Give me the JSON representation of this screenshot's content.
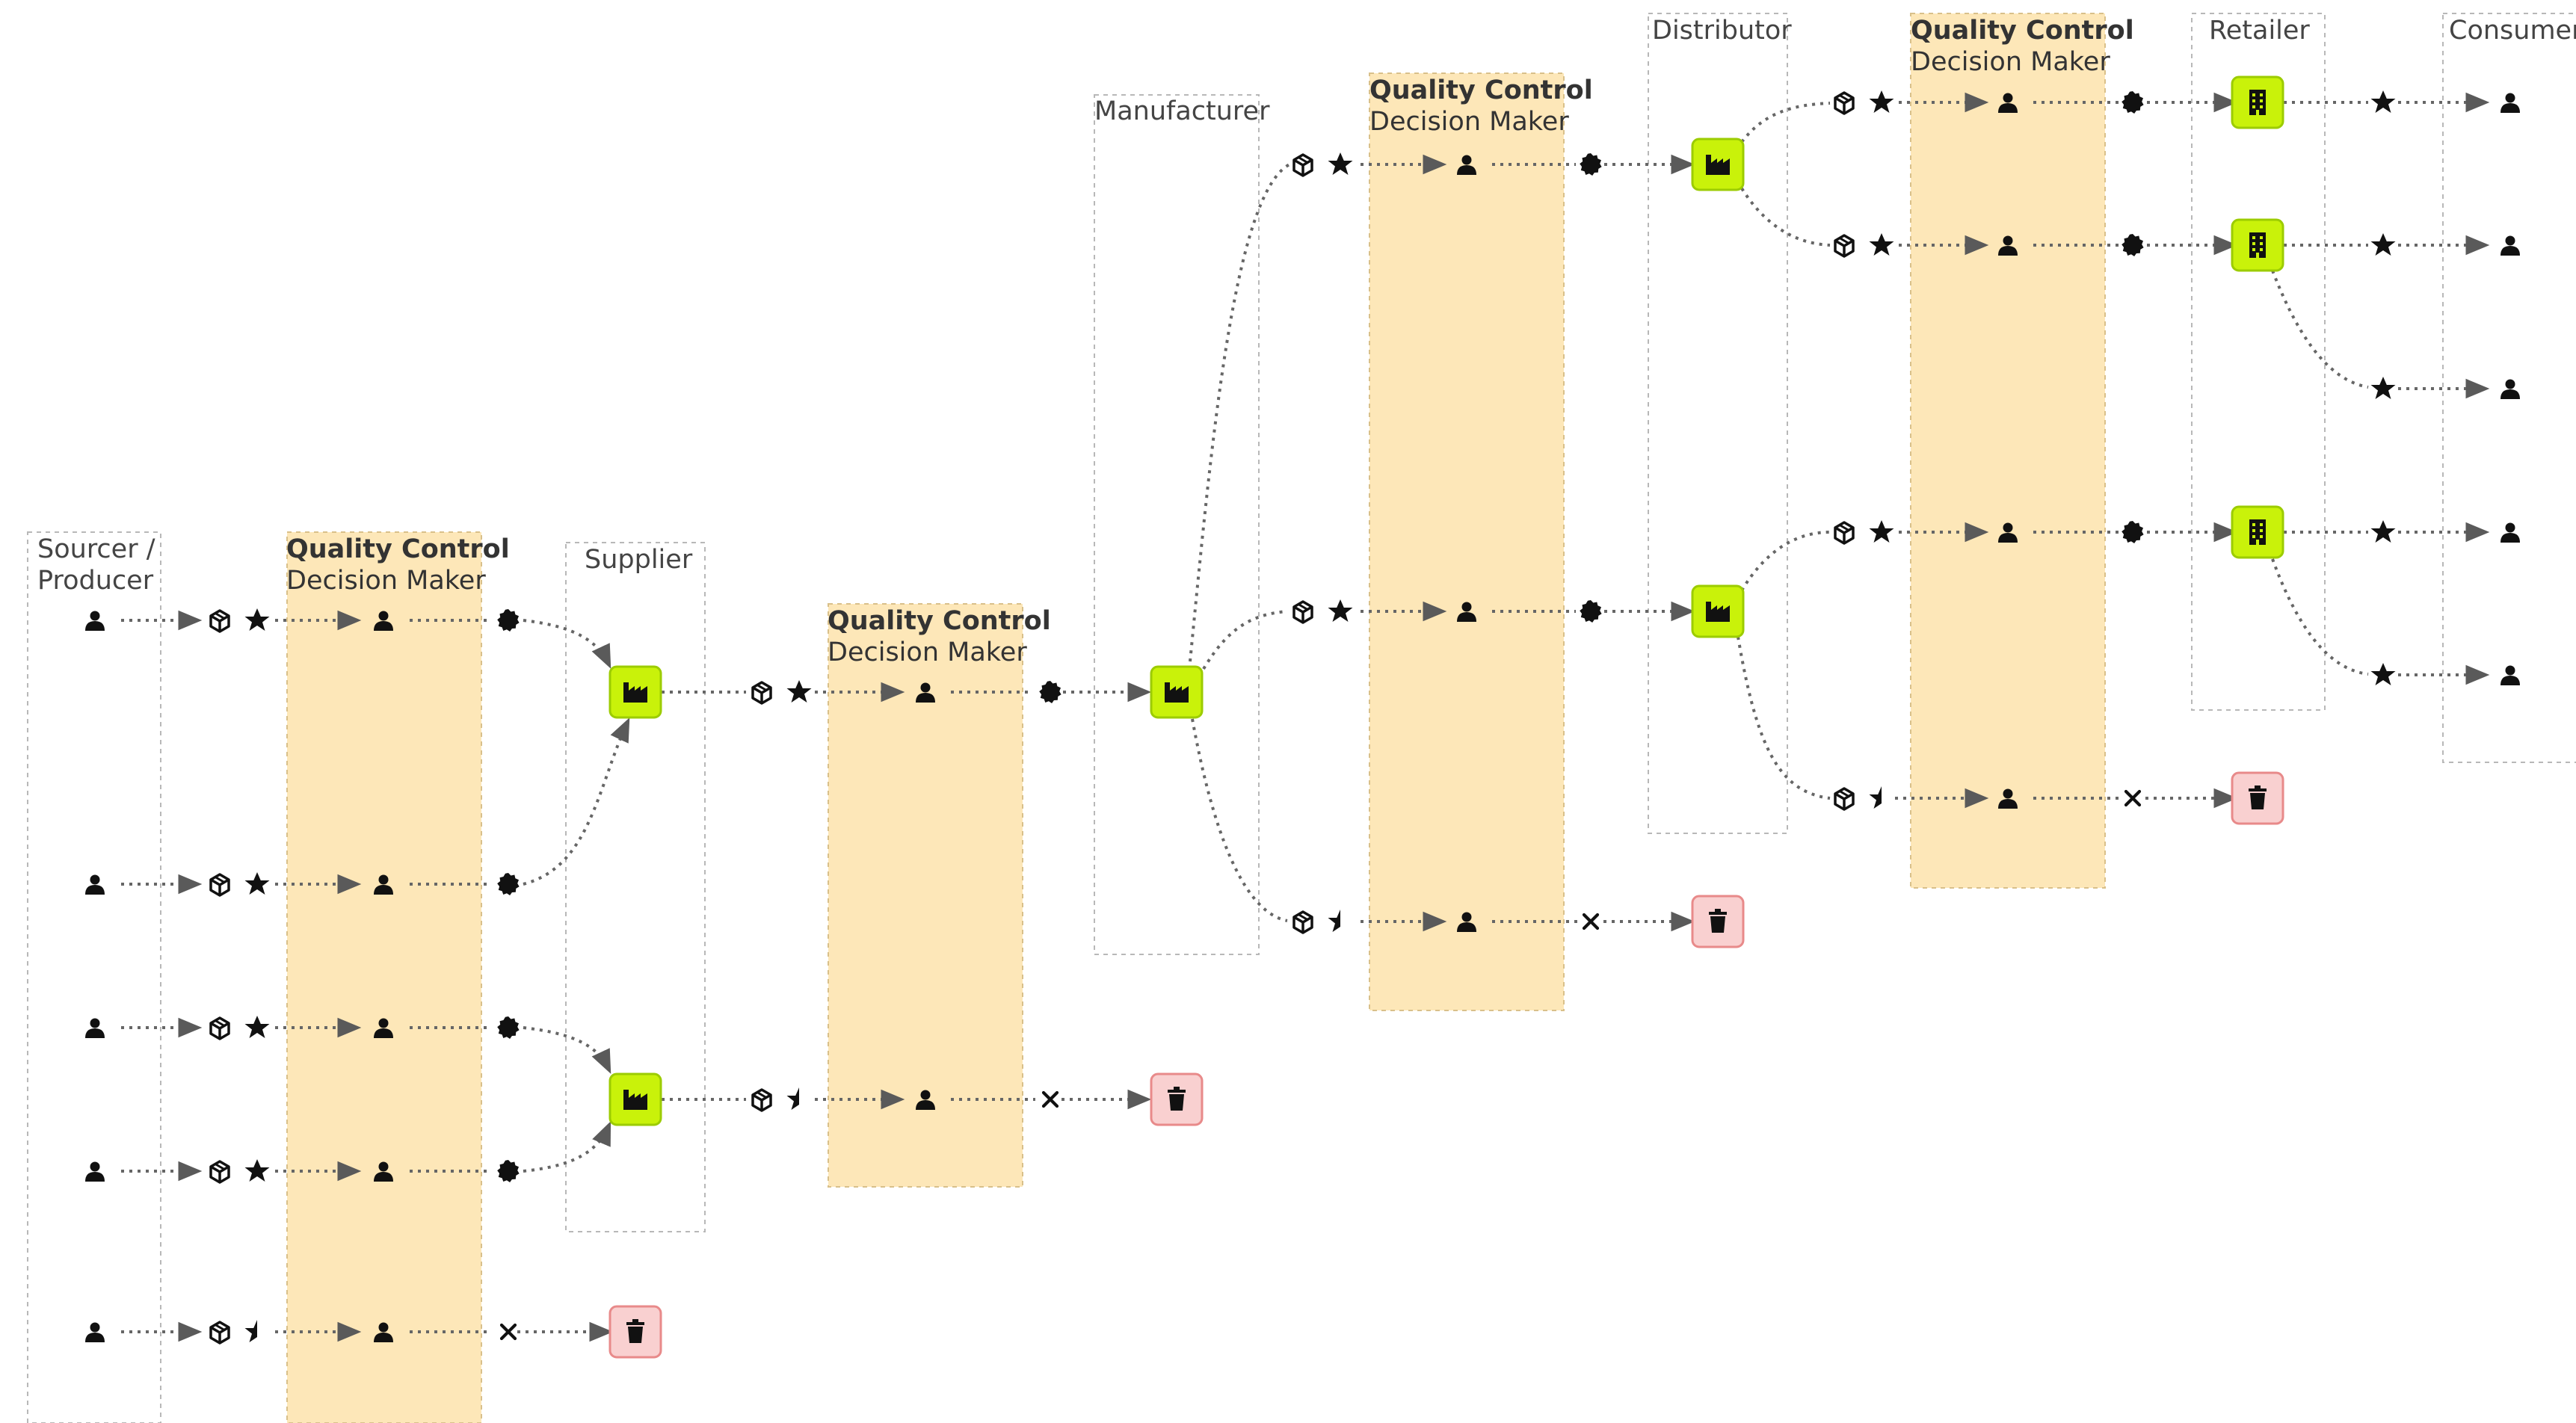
{
  "colors": {
    "qc_fill": "#fde7b8",
    "lane_border": "#b8b8b8",
    "edge": "#666666",
    "arrowhead": "#5a5a5a",
    "facility_fill": "#c9f20a",
    "facility_border": "#9ccc00",
    "waste_fill": "#f9d0d0",
    "waste_border": "#e88a8a",
    "icon": "#111111"
  },
  "columns": {
    "sourcer_label": [
      "Sourcer /",
      "Producer"
    ],
    "supplier_label": "Supplier",
    "manufacturer_label": "Manufacturer",
    "distributor_label": "Distributor",
    "retailer_label": "Retailer",
    "consumer_label": "Consumer"
  },
  "quality_control": {
    "title": "Quality Control",
    "subtitle": "Decision Maker"
  },
  "icons": {
    "person": "person-icon",
    "package": "package-icon",
    "quality_pass": "star-icon",
    "quality_fail": "half-star-icon",
    "approved": "approval-seal-icon",
    "rejected": "reject-x-icon",
    "factory": "factory-icon",
    "store": "store-building-icon",
    "waste": "trash-icon"
  }
}
